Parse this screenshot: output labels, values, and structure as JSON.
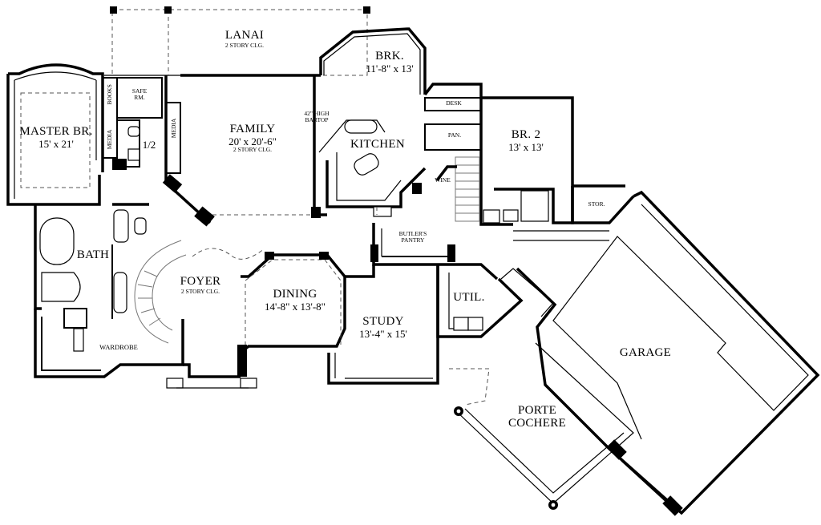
{
  "rooms": {
    "lanai": {
      "name": "LANAI",
      "note": "2 STORY CLG."
    },
    "brk": {
      "name": "BRK.",
      "dim": "11'-8\" x 13'"
    },
    "safe_rm": {
      "name": "SAFE",
      "name2": "RM."
    },
    "books": "BOOKS",
    "media1": "MEDIA",
    "media2": "MEDIA",
    "master": {
      "name": "MASTER BR.",
      "dim": "15' x 21'"
    },
    "half_bath": "1/2",
    "family": {
      "name": "FAMILY",
      "dim": "20' x 20'-6\"",
      "note": "2 STORY CLG."
    },
    "bartop": {
      "line1": "42\" HIGH",
      "line2": "BARTOP"
    },
    "kitchen": {
      "name": "KITCHEN"
    },
    "desk": "DESK",
    "pan": "PAN.",
    "br2": {
      "name": "BR. 2",
      "dim": "13' x 13'"
    },
    "wine": "WINE",
    "stor": "STOR.",
    "butlers": {
      "line1": "BUTLER'S",
      "line2": "PANTRY"
    },
    "bath": {
      "name": "BATH"
    },
    "foyer": {
      "name": "FOYER",
      "note": "2 STORY CLG."
    },
    "dining": {
      "name": "DINING",
      "dim": "14'-8\" x 13'-8\""
    },
    "study": {
      "name": "STUDY",
      "dim": "13'-4\" x 15'"
    },
    "util": {
      "name": "UTIL."
    },
    "garage": {
      "name": "GARAGE"
    },
    "porte": {
      "line1": "PORTE",
      "line2": "COCHERE"
    },
    "wardrobe": "WARDROBE"
  }
}
